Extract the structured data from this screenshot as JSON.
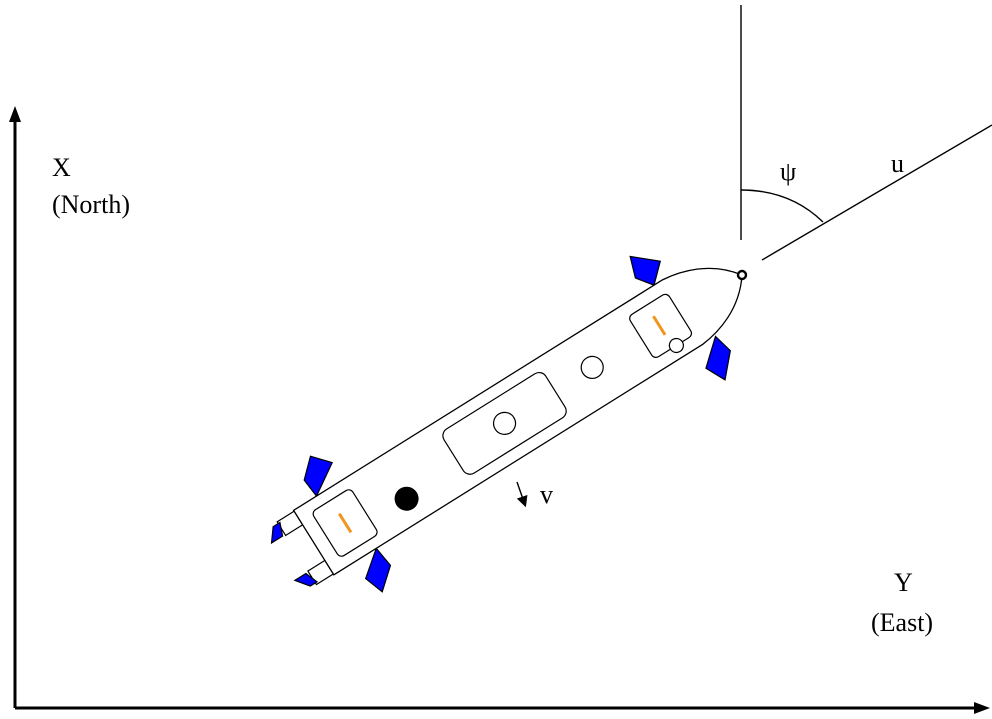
{
  "axes": {
    "x_axis": {
      "label": "X",
      "sublabel": "(North)"
    },
    "y_axis": {
      "label": "Y",
      "sublabel": "(East)"
    }
  },
  "annotations": {
    "heading_angle": "ψ",
    "surge_velocity": "u",
    "sway_velocity": "v"
  },
  "colors": {
    "line": "#000000",
    "fin": "#0000ff",
    "thruster_indicator": "#f0961e",
    "background": "#ffffff"
  }
}
